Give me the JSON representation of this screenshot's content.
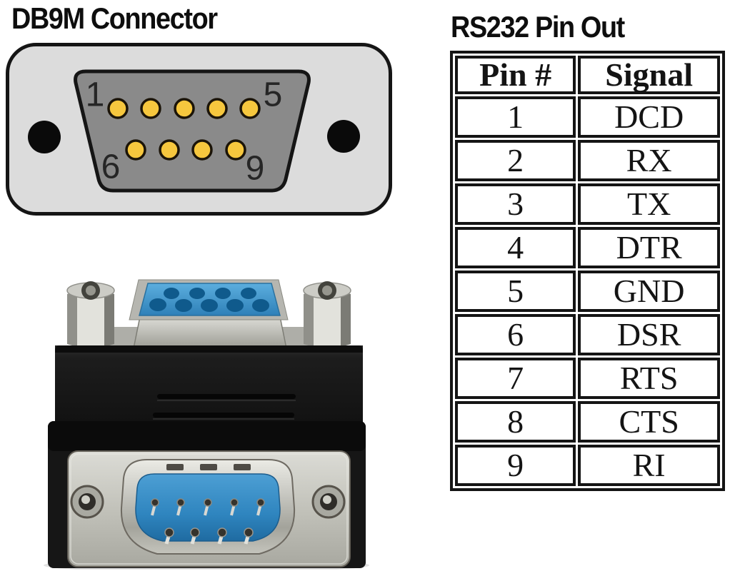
{
  "colors": {
    "diagram-shell": "#dcdcdc",
    "diagram-face": "#8a8a8a",
    "pin-yellow": "#f6c73e",
    "outline": "#151515",
    "photo-body": "#1a1a1a",
    "photo-metal": "#c6c6c0",
    "photo-blue": "#3e93cc"
  },
  "diagram": {
    "title": "DB9M Connector",
    "corner_labels": {
      "top_left": "1",
      "top_right": "5",
      "bottom_left": "6",
      "bottom_right": "9"
    }
  },
  "pinout": {
    "title": "RS232 Pin Out",
    "headers": [
      "Pin #",
      "Signal"
    ],
    "rows": [
      [
        "1",
        "DCD"
      ],
      [
        "2",
        "RX"
      ],
      [
        "3",
        "TX"
      ],
      [
        "4",
        "DTR"
      ],
      [
        "5",
        "GND"
      ],
      [
        "6",
        "DSR"
      ],
      [
        "7",
        "RTS"
      ],
      [
        "8",
        "CTS"
      ],
      [
        "9",
        "RI"
      ]
    ]
  },
  "photo": {
    "alt": "Right-angle DB9 male to DB9 female serial adapter"
  }
}
